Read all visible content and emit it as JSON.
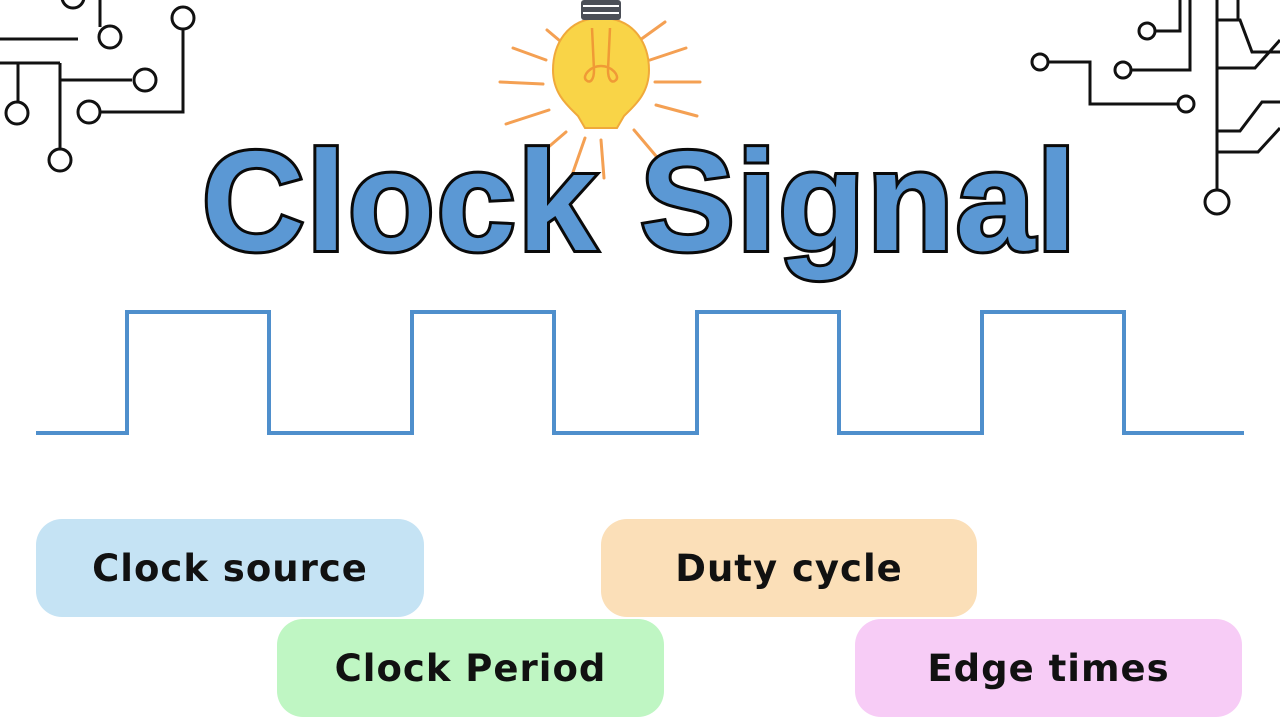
{
  "title": "Clock Signal",
  "colors": {
    "title_fill": "#5b98d4",
    "title_outline": "#0a0a0a",
    "waveform": "#4f8fcc",
    "circuit": "#111111",
    "bulb_fill": "#f9d447",
    "bulb_filament": "#f09a36",
    "bulb_rays": "#f4a053",
    "bulb_base": "#4b4f57"
  },
  "waveform": {
    "name": "clock-waveform",
    "pulses": 4,
    "levels": [
      "low",
      "high"
    ]
  },
  "topics": [
    {
      "label": "Clock source",
      "color": "#c5e3f4",
      "icon": "none"
    },
    {
      "label": "Duty cycle",
      "color": "#fbdfb8",
      "icon": "none"
    },
    {
      "label": "Clock Period",
      "color": "#bff6c3",
      "icon": "none"
    },
    {
      "label": "Edge times",
      "color": "#f7ccf6",
      "icon": "none"
    }
  ],
  "decorations": {
    "left_icon": "circuit-traces-icon",
    "right_icon": "circuit-traces-icon",
    "center_icon": "light-bulb-icon"
  }
}
